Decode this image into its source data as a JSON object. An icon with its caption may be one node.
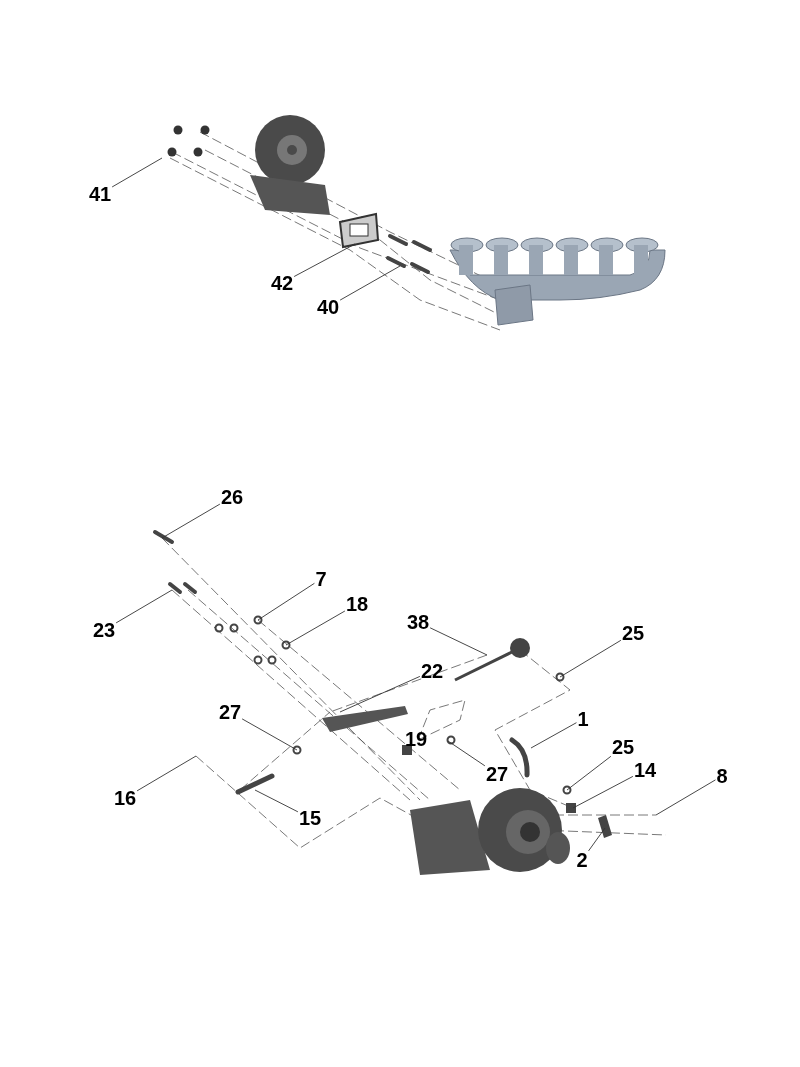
{
  "diagram": {
    "nodes": [
      {
        "text": [
          "41"
        ]
      },
      {
        "text": [
          "42"
        ]
      },
      {
        "text": [
          "40"
        ]
      },
      {
        "text": [
          "26"
        ]
      },
      {
        "text": [
          "7"
        ]
      },
      {
        "text": [
          "18"
        ]
      },
      {
        "text": [
          "38"
        ]
      },
      {
        "text": [
          "25"
        ]
      },
      {
        "text": [
          "23"
        ]
      },
      {
        "text": [
          "22"
        ]
      },
      {
        "text": [
          "27"
        ]
      },
      {
        "text": [
          "1"
        ]
      },
      {
        "text": [
          "27"
        ]
      },
      {
        "text": [
          "25"
        ]
      },
      {
        "text": [
          "14"
        ]
      },
      {
        "text": [
          "8"
        ]
      },
      {
        "text": [
          "16"
        ]
      },
      {
        "text": [
          "15"
        ]
      },
      {
        "text": [
          "2"
        ]
      }
    ],
    "edges": [
      {
        "from": 0,
        "to": null,
        "arrow": "none"
      },
      {
        "from": 1,
        "to": null,
        "arrow": "none"
      },
      {
        "from": 2,
        "to": null,
        "arrow": "none"
      },
      {
        "from": 3,
        "to": null,
        "arrow": "none"
      },
      {
        "from": 4,
        "to": null,
        "arrow": "none"
      },
      {
        "from": 5,
        "to": null,
        "arrow": "none"
      },
      {
        "from": 6,
        "to": null,
        "arrow": "none"
      },
      {
        "from": 7,
        "to": null,
        "arrow": "none"
      },
      {
        "from": 8,
        "to": null,
        "arrow": "none"
      },
      {
        "from": 9,
        "to": null,
        "arrow": "none"
      },
      {
        "from": 10,
        "to": null,
        "arrow": "none"
      },
      {
        "from": 11,
        "to": null,
        "arrow": "none"
      },
      {
        "from": 12,
        "to": null,
        "arrow": "none"
      },
      {
        "from": 13,
        "to": null,
        "arrow": "none"
      },
      {
        "from": 14,
        "to": null,
        "arrow": "none"
      },
      {
        "from": 15,
        "to": null,
        "arrow": "none"
      },
      {
        "from": 16,
        "to": null,
        "arrow": "none"
      },
      {
        "from": 17,
        "to": null,
        "arrow": "none"
      },
      {
        "from": 18,
        "to": null,
        "arrow": "none"
      }
    ],
    "labels": [
      "19"
    ]
  }
}
